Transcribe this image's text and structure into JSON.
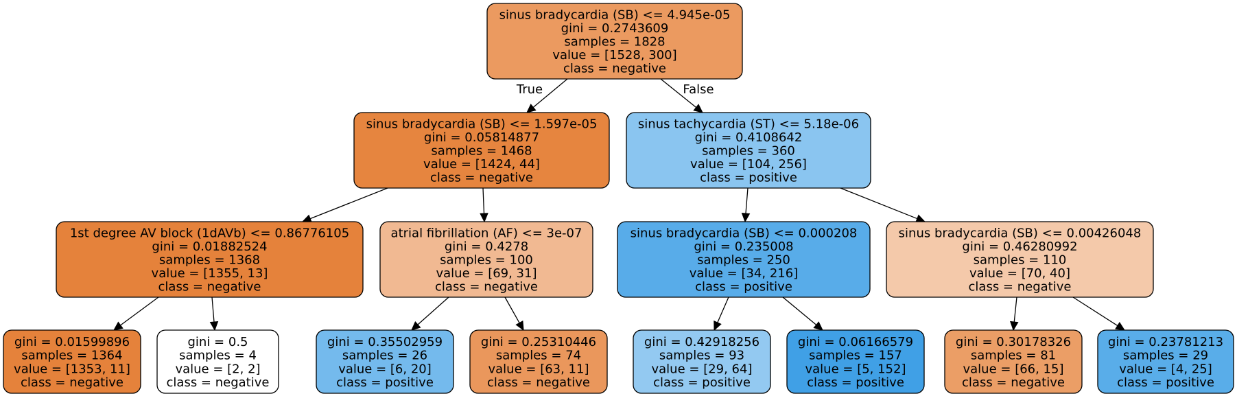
{
  "tree": {
    "nodes": [
      {
        "id": "n0",
        "lines": [
          "sinus bradycardia (SB) <= 4.945e-05",
          "gini = 0.2743609",
          "samples = 1828",
          "value = [1528, 300]",
          "class = negative"
        ],
        "fill": "#eb9a60"
      },
      {
        "id": "n1",
        "lines": [
          "sinus bradycardia (SB) <= 1.597e-05",
          "gini = 0.05814877",
          "samples = 1468",
          "value = [1424, 44]",
          "class = negative"
        ],
        "fill": "#e6853f"
      },
      {
        "id": "n2",
        "lines": [
          "sinus tachycardia (ST) <= 5.18e-06",
          "gini = 0.4108642",
          "samples = 360",
          "value = [104, 256]",
          "class = positive"
        ],
        "fill": "#8ac5f0"
      },
      {
        "id": "n3",
        "lines": [
          "1st degree AV block (1dAVb) <= 0.86776105",
          "gini = 0.01882524",
          "samples = 1368",
          "value = [1355, 13]",
          "class = negative"
        ],
        "fill": "#e5823b"
      },
      {
        "id": "n4",
        "lines": [
          "atrial fibrillation (AF) <= 3e-07",
          "gini = 0.4278",
          "samples = 100",
          "value = [69, 31]",
          "class = negative"
        ],
        "fill": "#f1b992"
      },
      {
        "id": "n5",
        "lines": [
          "sinus bradycardia (SB) <= 0.000208",
          "gini = 0.235008",
          "samples = 250",
          "value = [34, 216]",
          "class = positive"
        ],
        "fill": "#58ace9"
      },
      {
        "id": "n6",
        "lines": [
          "sinus bradycardia (SB) <= 0.00426048",
          "gini = 0.46280992",
          "samples = 110",
          "value = [70, 40]",
          "class = negative"
        ],
        "fill": "#f4c9aa"
      },
      {
        "id": "n7",
        "lines": [
          "gini = 0.01599896",
          "samples = 1364",
          "value = [1353, 11]",
          "class = negative"
        ],
        "fill": "#e5823b"
      },
      {
        "id": "n8",
        "lines": [
          "gini = 0.5",
          "samples = 4",
          "value = [2, 2]",
          "class = negative"
        ],
        "fill": "#ffffff"
      },
      {
        "id": "n9",
        "lines": [
          "gini = 0.35502959",
          "samples = 26",
          "value = [6, 20]",
          "class = positive"
        ],
        "fill": "#74baed"
      },
      {
        "id": "n10",
        "lines": [
          "gini = 0.25310446",
          "samples = 74",
          "value = [63, 11]",
          "class = negative"
        ],
        "fill": "#ea975c"
      },
      {
        "id": "n11",
        "lines": [
          "gini = 0.42918256",
          "samples = 93",
          "value = [29, 64]",
          "class = positive"
        ],
        "fill": "#93c9f1"
      },
      {
        "id": "n12",
        "lines": [
          "gini = 0.06166579",
          "samples = 157",
          "value = [5, 152]",
          "class = positive"
        ],
        "fill": "#40a0e6"
      },
      {
        "id": "n13",
        "lines": [
          "gini = 0.30178326",
          "samples = 81",
          "value = [66, 15]",
          "class = negative"
        ],
        "fill": "#eb9e66"
      },
      {
        "id": "n14",
        "lines": [
          "gini = 0.23781213",
          "samples = 29",
          "value = [4, 25]",
          "class = positive"
        ],
        "fill": "#59ade9"
      }
    ],
    "edges": [
      {
        "from": "n0",
        "to": "n1",
        "label": "True"
      },
      {
        "from": "n0",
        "to": "n2",
        "label": "False"
      },
      {
        "from": "n1",
        "to": "n3",
        "label": ""
      },
      {
        "from": "n1",
        "to": "n4",
        "label": ""
      },
      {
        "from": "n2",
        "to": "n5",
        "label": ""
      },
      {
        "from": "n2",
        "to": "n6",
        "label": ""
      },
      {
        "from": "n3",
        "to": "n7",
        "label": ""
      },
      {
        "from": "n3",
        "to": "n8",
        "label": ""
      },
      {
        "from": "n4",
        "to": "n9",
        "label": ""
      },
      {
        "from": "n4",
        "to": "n10",
        "label": ""
      },
      {
        "from": "n5",
        "to": "n11",
        "label": ""
      },
      {
        "from": "n5",
        "to": "n12",
        "label": ""
      },
      {
        "from": "n6",
        "to": "n13",
        "label": ""
      },
      {
        "from": "n6",
        "to": "n14",
        "label": ""
      }
    ]
  }
}
